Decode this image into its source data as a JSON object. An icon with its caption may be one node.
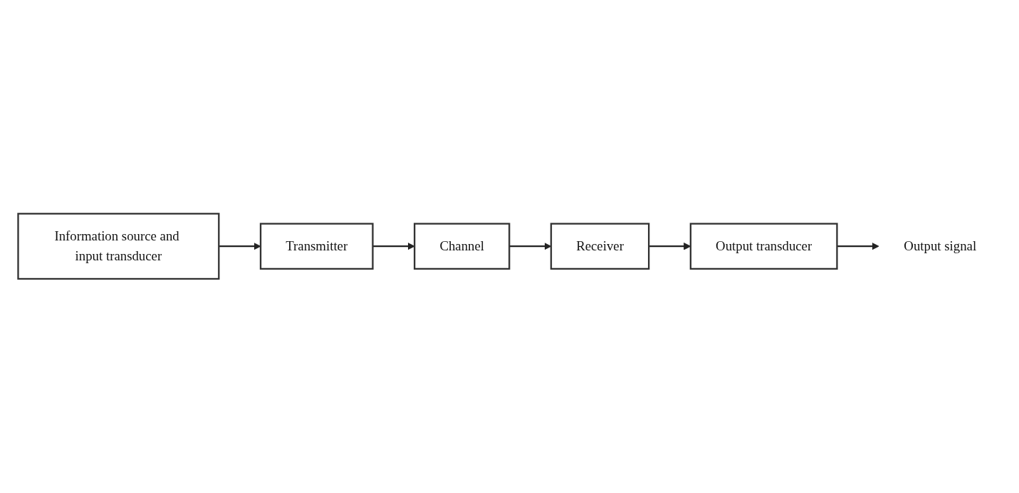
{
  "diagram": {
    "nodes": [
      {
        "text": [
          "Information source and input transducer"
        ]
      },
      {
        "text": [
          "Transmitter"
        ]
      },
      {
        "text": [
          "Channel"
        ]
      },
      {
        "text": [
          "Receiver"
        ]
      },
      {
        "text": [
          "Output transducer"
        ]
      },
      {
        "text": [
          "Output signal"
        ]
      }
    ],
    "edges": [
      {
        "from": 0,
        "to": 1,
        "arrow": "to"
      },
      {
        "from": 1,
        "to": 2,
        "arrow": "to"
      },
      {
        "from": 2,
        "to": 3,
        "arrow": "to"
      },
      {
        "from": 3,
        "to": 4,
        "arrow": "to"
      },
      {
        "from": 4,
        "to": 5,
        "arrow": "to"
      }
    ]
  }
}
